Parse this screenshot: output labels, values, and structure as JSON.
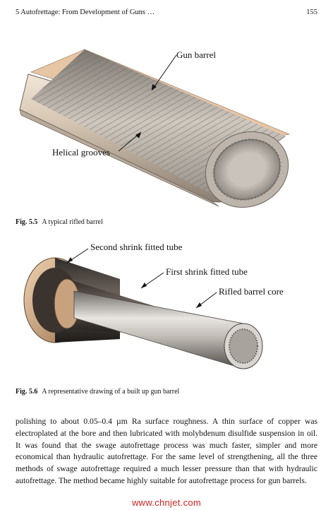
{
  "header": {
    "chapter": "5   Autofrettage: From Development of Guns …",
    "page_number": "155"
  },
  "figure1": {
    "callouts": {
      "gun_barrel": "Gun barrel",
      "helical_grooves": "Helical grooves"
    },
    "caption_label": "Fig. 5.5",
    "caption_text": "A typical rifled barrel"
  },
  "figure2": {
    "callouts": {
      "second_tube": "Second shrink fitted tube",
      "first_tube": "First shrink fitted tube",
      "core": "Rifled barrel core"
    },
    "caption_label": "Fig. 5.6",
    "caption_text": "A representative drawing of a built up gun barrel"
  },
  "body": {
    "paragraph": "polishing to about 0.05–0.4 µm Ra surface roughness. A thin surface of copper was electroplated at the bore and then lubricated with molybdenum disulfide suspension in oil. It was found that the swage autofrettage process was much faster, simpler and more economical than hydraulic autofrettage. For the same level of strengthening, all the three methods of swage autofrettage required a much lesser pressure than that with hydraulic autofrettage. The method became highly suitable for autofrettage process for gun barrels."
  },
  "watermark": "www.chnjet.com"
}
